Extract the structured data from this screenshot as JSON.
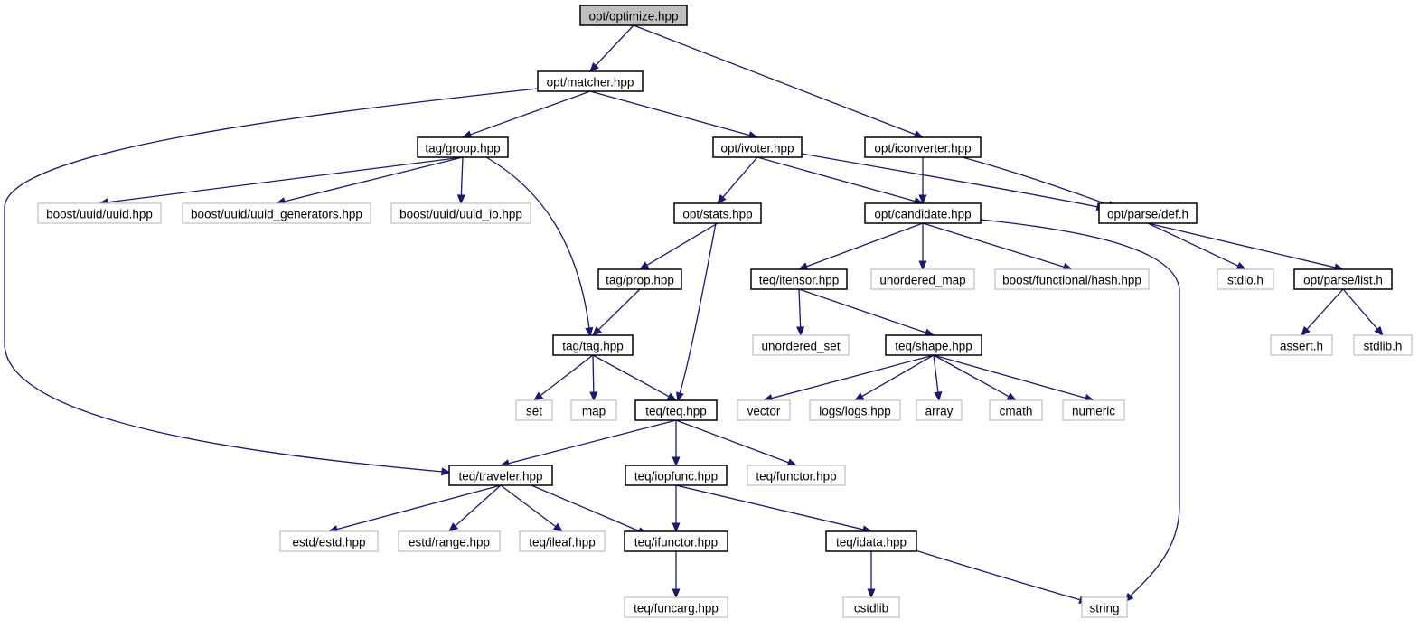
{
  "graph": {
    "colors": {
      "edge": "#191970",
      "project_border": "#000000",
      "external_border": "#bfbfbf",
      "root_fill": "#bfbfbf"
    },
    "nodes": [
      {
        "id": "n_optimize",
        "label": "opt/optimize.hpp",
        "kind": "root"
      },
      {
        "id": "n_matcher",
        "label": "opt/matcher.hpp",
        "kind": "project"
      },
      {
        "id": "n_iconverter",
        "label": "opt/iconverter.hpp",
        "kind": "project"
      },
      {
        "id": "n_group",
        "label": "tag/group.hpp",
        "kind": "project"
      },
      {
        "id": "n_ivoter",
        "label": "opt/ivoter.hpp",
        "kind": "project"
      },
      {
        "id": "n_uuid",
        "label": "boost/uuid/uuid.hpp",
        "kind": "external"
      },
      {
        "id": "n_uuidgen",
        "label": "boost/uuid/uuid_generators.hpp",
        "kind": "external"
      },
      {
        "id": "n_uuidio",
        "label": "boost/uuid/uuid_io.hpp",
        "kind": "external"
      },
      {
        "id": "n_stats",
        "label": "opt/stats.hpp",
        "kind": "project"
      },
      {
        "id": "n_candidate",
        "label": "opt/candidate.hpp",
        "kind": "project"
      },
      {
        "id": "n_def",
        "label": "opt/parse/def.h",
        "kind": "project"
      },
      {
        "id": "n_prop",
        "label": "tag/prop.hpp",
        "kind": "project"
      },
      {
        "id": "n_itensor",
        "label": "teq/itensor.hpp",
        "kind": "project"
      },
      {
        "id": "n_umap",
        "label": "unordered_map",
        "kind": "external"
      },
      {
        "id": "n_hash",
        "label": "boost/functional/hash.hpp",
        "kind": "external"
      },
      {
        "id": "n_stdio",
        "label": "stdio.h",
        "kind": "external"
      },
      {
        "id": "n_list",
        "label": "opt/parse/list.h",
        "kind": "project"
      },
      {
        "id": "n_tag",
        "label": "tag/tag.hpp",
        "kind": "project"
      },
      {
        "id": "n_uset",
        "label": "unordered_set",
        "kind": "external"
      },
      {
        "id": "n_shape",
        "label": "teq/shape.hpp",
        "kind": "project"
      },
      {
        "id": "n_assert",
        "label": "assert.h",
        "kind": "external"
      },
      {
        "id": "n_stdlib",
        "label": "stdlib.h",
        "kind": "external"
      },
      {
        "id": "n_set",
        "label": "set",
        "kind": "external"
      },
      {
        "id": "n_map",
        "label": "map",
        "kind": "external"
      },
      {
        "id": "n_teq",
        "label": "teq/teq.hpp",
        "kind": "project"
      },
      {
        "id": "n_vector",
        "label": "vector",
        "kind": "external"
      },
      {
        "id": "n_logs",
        "label": "logs/logs.hpp",
        "kind": "external"
      },
      {
        "id": "n_array",
        "label": "array",
        "kind": "external"
      },
      {
        "id": "n_cmath",
        "label": "cmath",
        "kind": "external"
      },
      {
        "id": "n_numeric",
        "label": "numeric",
        "kind": "external"
      },
      {
        "id": "n_traveler",
        "label": "teq/traveler.hpp",
        "kind": "project"
      },
      {
        "id": "n_iopfunc",
        "label": "teq/iopfunc.hpp",
        "kind": "project"
      },
      {
        "id": "n_functor",
        "label": "teq/functor.hpp",
        "kind": "external"
      },
      {
        "id": "n_estd",
        "label": "estd/estd.hpp",
        "kind": "external"
      },
      {
        "id": "n_range",
        "label": "estd/range.hpp",
        "kind": "external"
      },
      {
        "id": "n_ileaf",
        "label": "teq/ileaf.hpp",
        "kind": "external"
      },
      {
        "id": "n_ifunctor",
        "label": "teq/ifunctor.hpp",
        "kind": "project"
      },
      {
        "id": "n_idata",
        "label": "teq/idata.hpp",
        "kind": "project"
      },
      {
        "id": "n_funcarg",
        "label": "teq/funcarg.hpp",
        "kind": "external"
      },
      {
        "id": "n_cstdlib",
        "label": "cstdlib",
        "kind": "external"
      },
      {
        "id": "n_string",
        "label": "string",
        "kind": "external"
      }
    ],
    "edges": [
      [
        "n_optimize",
        "n_matcher"
      ],
      [
        "n_optimize",
        "n_iconverter"
      ],
      [
        "n_matcher",
        "n_group"
      ],
      [
        "n_matcher",
        "n_ivoter"
      ],
      [
        "n_matcher",
        "n_traveler"
      ],
      [
        "n_iconverter",
        "n_candidate"
      ],
      [
        "n_iconverter",
        "n_def"
      ],
      [
        "n_group",
        "n_uuid"
      ],
      [
        "n_group",
        "n_uuidgen"
      ],
      [
        "n_group",
        "n_uuidio"
      ],
      [
        "n_group",
        "n_tag"
      ],
      [
        "n_ivoter",
        "n_stats"
      ],
      [
        "n_ivoter",
        "n_candidate"
      ],
      [
        "n_ivoter",
        "n_def"
      ],
      [
        "n_stats",
        "n_prop"
      ],
      [
        "n_stats",
        "n_teq"
      ],
      [
        "n_candidate",
        "n_itensor"
      ],
      [
        "n_candidate",
        "n_umap"
      ],
      [
        "n_candidate",
        "n_hash"
      ],
      [
        "n_candidate",
        "n_string"
      ],
      [
        "n_def",
        "n_stdio"
      ],
      [
        "n_def",
        "n_list"
      ],
      [
        "n_prop",
        "n_tag"
      ],
      [
        "n_itensor",
        "n_uset"
      ],
      [
        "n_itensor",
        "n_shape"
      ],
      [
        "n_list",
        "n_assert"
      ],
      [
        "n_list",
        "n_stdlib"
      ],
      [
        "n_tag",
        "n_set"
      ],
      [
        "n_tag",
        "n_map"
      ],
      [
        "n_tag",
        "n_teq"
      ],
      [
        "n_shape",
        "n_vector"
      ],
      [
        "n_shape",
        "n_logs"
      ],
      [
        "n_shape",
        "n_array"
      ],
      [
        "n_shape",
        "n_cmath"
      ],
      [
        "n_shape",
        "n_numeric"
      ],
      [
        "n_teq",
        "n_traveler"
      ],
      [
        "n_teq",
        "n_iopfunc"
      ],
      [
        "n_teq",
        "n_functor"
      ],
      [
        "n_traveler",
        "n_estd"
      ],
      [
        "n_traveler",
        "n_range"
      ],
      [
        "n_traveler",
        "n_ileaf"
      ],
      [
        "n_traveler",
        "n_ifunctor"
      ],
      [
        "n_iopfunc",
        "n_ifunctor"
      ],
      [
        "n_iopfunc",
        "n_idata"
      ],
      [
        "n_ifunctor",
        "n_funcarg"
      ],
      [
        "n_idata",
        "n_cstdlib"
      ],
      [
        "n_idata",
        "n_string"
      ]
    ]
  }
}
